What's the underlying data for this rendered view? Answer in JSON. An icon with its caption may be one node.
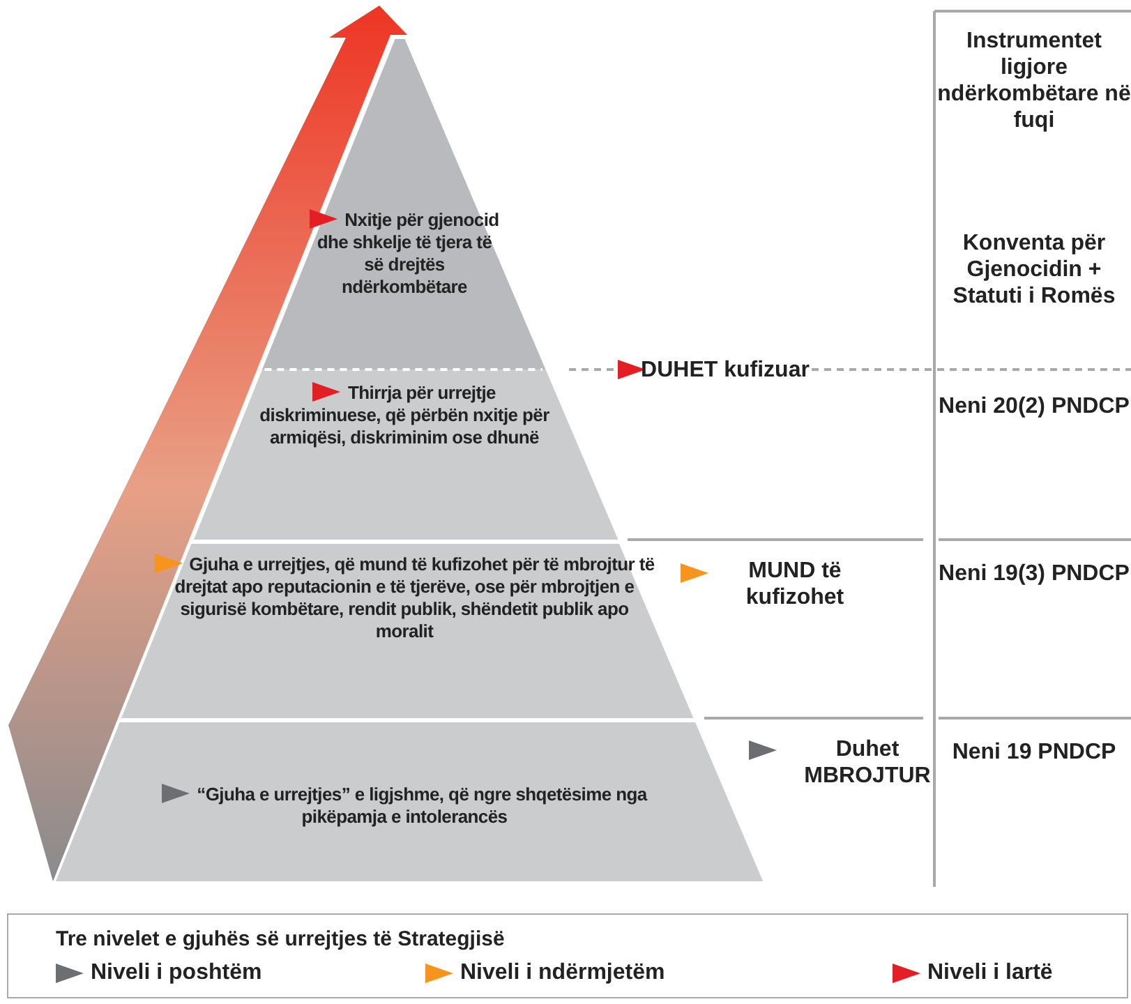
{
  "diagram": {
    "nodes": [
      {
        "text": [
          "Nxitje për gjenocid dhe shkelje të tjera të së drejtës ndërkombëtare"
        ]
      },
      {
        "text": [
          "Thirrja për urrejtje diskriminuese, që përbën nxitje për armiqësi, diskriminim ose dhunë"
        ]
      },
      {
        "text": [
          "Gjuha e urrejtjes, që mund të kufizohet për të mbrojtur të drejtat apo reputacionin e të tjerëve, ose për mbrojtjen e sigurisë kombëtare, rendit publik, shëndetit publik apo moralit"
        ]
      },
      {
        "text": [
          "“Gjuha e urrejtjes” e ligjshme, që ngre shqetësime nga pikëpamja e intolerancës"
        ]
      }
    ],
    "labels": [
      "Instrumentet ligjore ndërkombëtare në fuqi",
      "Konventa për Gjenocidin + Statuti i Romës",
      "DUHET kufizuar",
      "Neni 20(2) PNDCP",
      "MUND të kufizohet",
      "Neni 19(3) PNDCP",
      "Duhet MBROJTUR",
      "Neni 19 PNDCP",
      "Tre nivelet e gjuhës së urrejtjes të Strategjisë"
    ],
    "legend": [
      {
        "text": "Niveli i poshtëm",
        "color": "#6d6e71"
      },
      {
        "text": "Niveli i ndërmjetëm",
        "color": "#f7941d"
      },
      {
        "text": "Niveli i lartë",
        "color": "#e31e24"
      }
    ]
  }
}
